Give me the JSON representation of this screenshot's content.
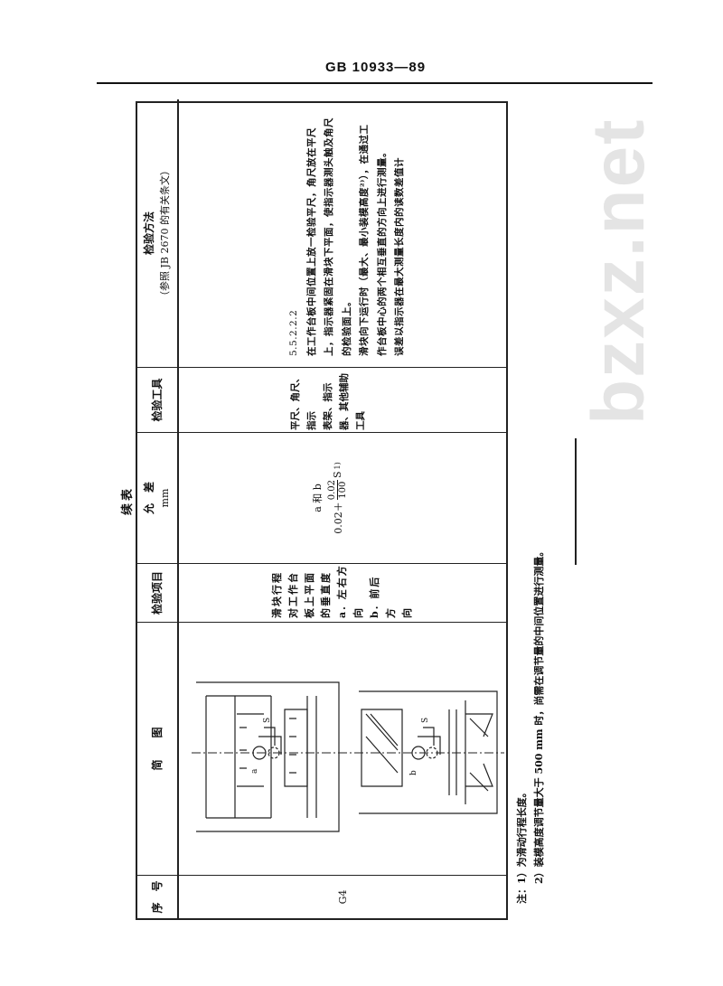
{
  "header": {
    "standard_number": "GB 10933—89"
  },
  "watermark": "bzxz.net",
  "table_title": "续表",
  "table": {
    "columns": [
      {
        "label": "序　号"
      },
      {
        "label": "简　　图"
      },
      {
        "label": "检验项目"
      },
      {
        "label": "允　差",
        "sub": "mm"
      },
      {
        "label": "检验工具"
      },
      {
        "label": "检验方法",
        "sub": "（参照 JB 2670 的有关条文）"
      }
    ],
    "row": {
      "serial": "G4",
      "diagram_labels": {
        "s": "S",
        "a": "a",
        "b": "b"
      },
      "item_lines": [
        "滑块行程",
        "对工作台",
        "板上平面",
        "的垂直度",
        "a. 左右方",
        "向",
        "b. 前后方",
        "向"
      ],
      "tolerance": {
        "scope": "a 和 b",
        "base": "0.02＋",
        "numerator": "0.02",
        "denominator": "100",
        "var": "S",
        "footnote_ref": "1)"
      },
      "tools_lines": [
        "平尺、角尺、指示",
        "表架、指示",
        "器、其他辅助",
        "工具"
      ],
      "method_lines": [
        "5.5.2.2.2",
        "在工作台板中间位置上放一检验平尺，角尺放在平尺",
        "上，指示器紧固在滑块下平面，使指示器测头触及角尺",
        "的检验面上。",
        "滑块向下运行时（最大、最小装模高度²⁾），在通过工",
        "作台板中心的两个相互垂直的方向上进行测量。",
        "误差以指示器在最大测量长度内的读数差值计"
      ]
    }
  },
  "notes": [
    "注：1）为滑动行程长度。",
    "　　2）装模高度调节量大于 500 mm 时，尚需在调节量的中间位置进行测量。"
  ]
}
